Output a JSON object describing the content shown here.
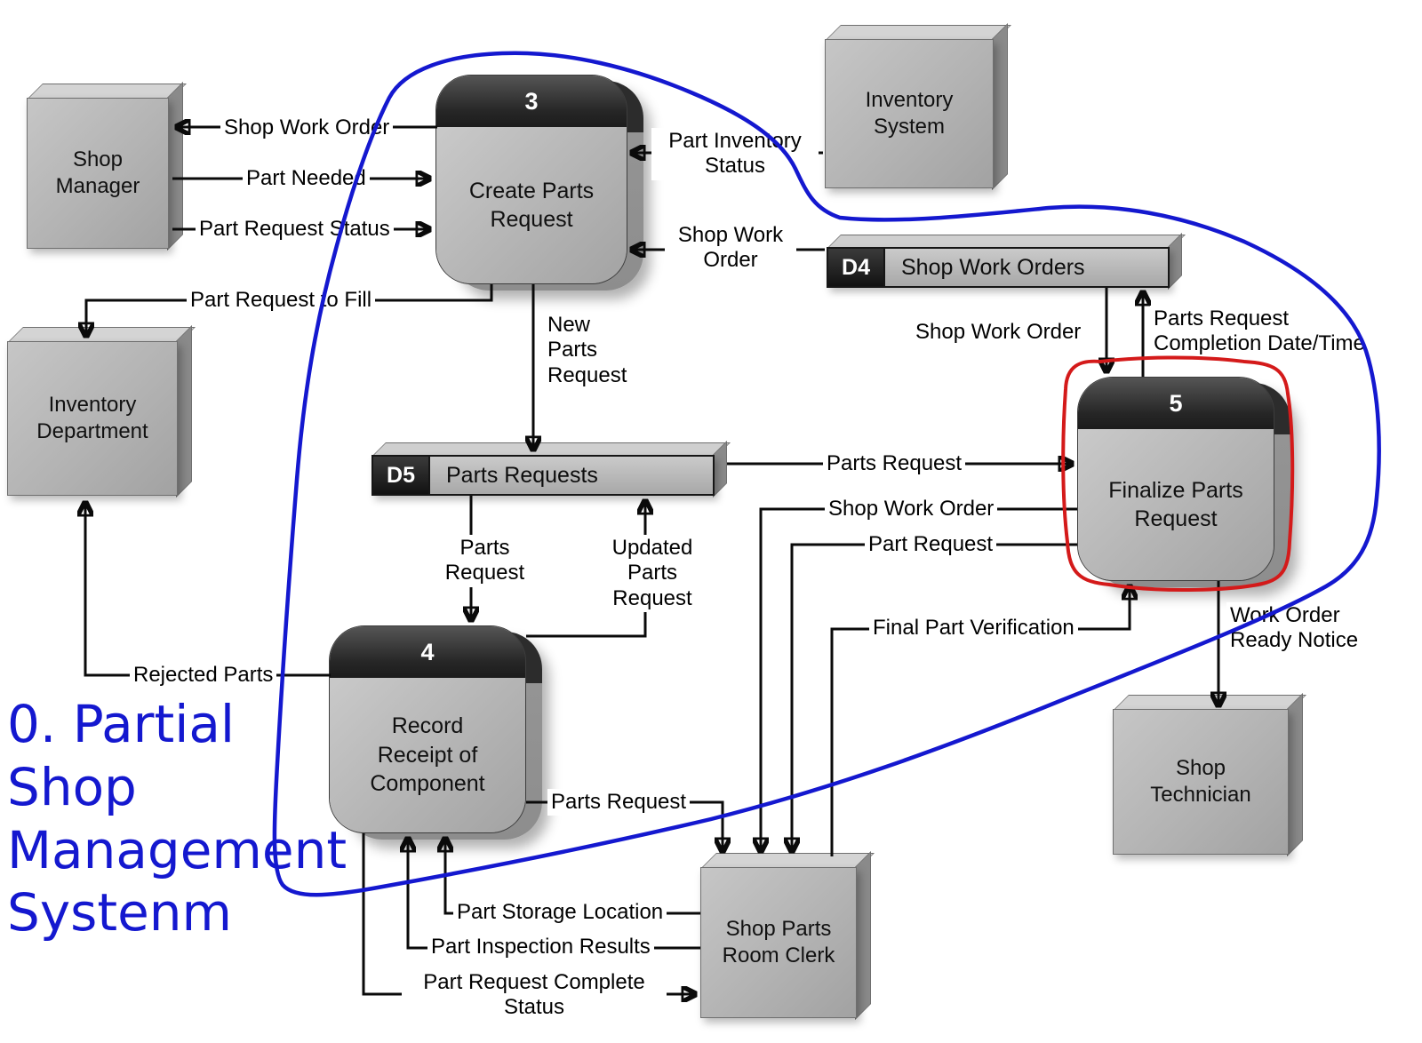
{
  "title": {
    "lines": [
      "0. Partial",
      "Shop",
      "Management",
      "Systenm"
    ]
  },
  "entities": [
    {
      "id": "shop-manager",
      "label": "Shop\nManager"
    },
    {
      "id": "inventory-system",
      "label": "Inventory\nSystem"
    },
    {
      "id": "inventory-department",
      "label": "Inventory\nDepartment"
    },
    {
      "id": "shop-technician",
      "label": "Shop\nTechnician"
    },
    {
      "id": "shop-parts-room-clerk",
      "label": "Shop Parts\nRoom Clerk"
    }
  ],
  "processes": [
    {
      "number": "3",
      "label": "Create Parts\nRequest"
    },
    {
      "number": "4",
      "label": "Record\nReceipt of\nComponent"
    },
    {
      "number": "5",
      "label": "Finalize Parts\nRequest"
    }
  ],
  "datastores": [
    {
      "id": "D4",
      "name": "Shop Work Orders"
    },
    {
      "id": "D5",
      "name": "Parts Requests"
    }
  ],
  "flows": {
    "shop_work_order_to_manager": "Shop Work Order",
    "part_needed": "Part Needed",
    "part_request_status": "Part Request Status",
    "part_request_to_fill": "Part Request to Fill",
    "part_inventory_status": "Part Inventory\nStatus",
    "shop_work_order_to_create": "Shop Work\nOrder",
    "new_parts_request": "New\nParts\nRequest",
    "shop_work_order_to_finalize": "Shop Work Order",
    "parts_request_completion": "Parts Request\nCompletion Date/Time",
    "parts_request_to_finalize": "Parts Request",
    "shop_work_order_to_clerk": "Shop Work Order",
    "part_request_to_clerk": "Part Request",
    "final_part_verification": "Final Part Verification",
    "work_order_ready_notice": "Work Order\nReady Notice",
    "parts_request_to_record": "Parts\nRequest",
    "updated_parts_request": "Updated\nParts\nRequest",
    "rejected_parts": "Rejected Parts",
    "parts_request_from_record": "Parts Request",
    "part_storage_location": "Part Storage Location",
    "part_inspection_results": "Part Inspection Results",
    "part_request_complete_status": "Part Request Complete\nStatus"
  },
  "colors": {
    "annotation_blue": "#1418cf",
    "annotation_red": "#d41a1a",
    "box_gray": "#b3b3b3",
    "process_header": "#262626"
  }
}
